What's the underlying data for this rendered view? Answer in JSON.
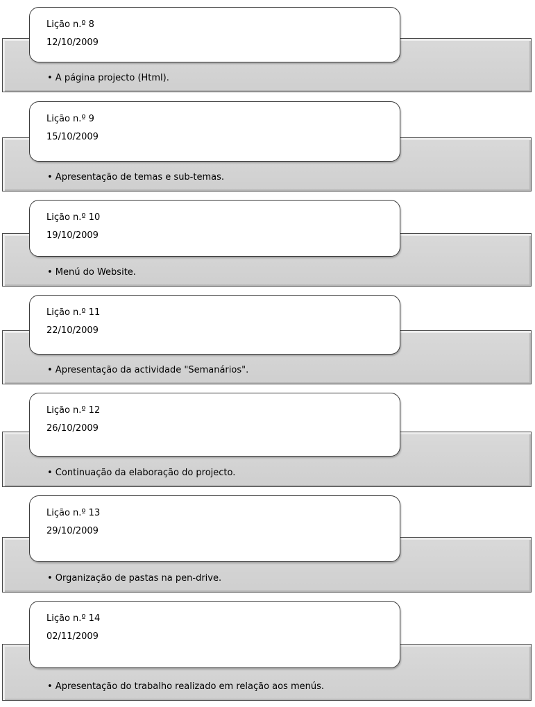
{
  "lessons": [
    {
      "title": "Lição n.º 8",
      "date": "12/10/2009",
      "summary": "• A página projecto (Html)."
    },
    {
      "title": "Lição n.º 9",
      "date": "15/10/2009",
      "summary": "• Apresentação de temas e sub-temas."
    },
    {
      "title": "Lição n.º 10",
      "date": "19/10/2009",
      "summary": "• Menú do Website."
    },
    {
      "title": "Lição n.º 11",
      "date": "22/10/2009",
      "summary": "• Apresentação da actividade \"Semanários\"."
    },
    {
      "title": "Lição n.º 12",
      "date": "26/10/2009",
      "summary": "• Continuação da elaboração  do projecto."
    },
    {
      "title": "Lição n.º 13",
      "date": "29/10/2009",
      "summary": "• Organização de pastas na pen-drive."
    },
    {
      "title": "Lição n.º 14",
      "date": "02/11/2009",
      "summary": "• Apresentação do trabalho realizado em relação aos menús."
    }
  ]
}
